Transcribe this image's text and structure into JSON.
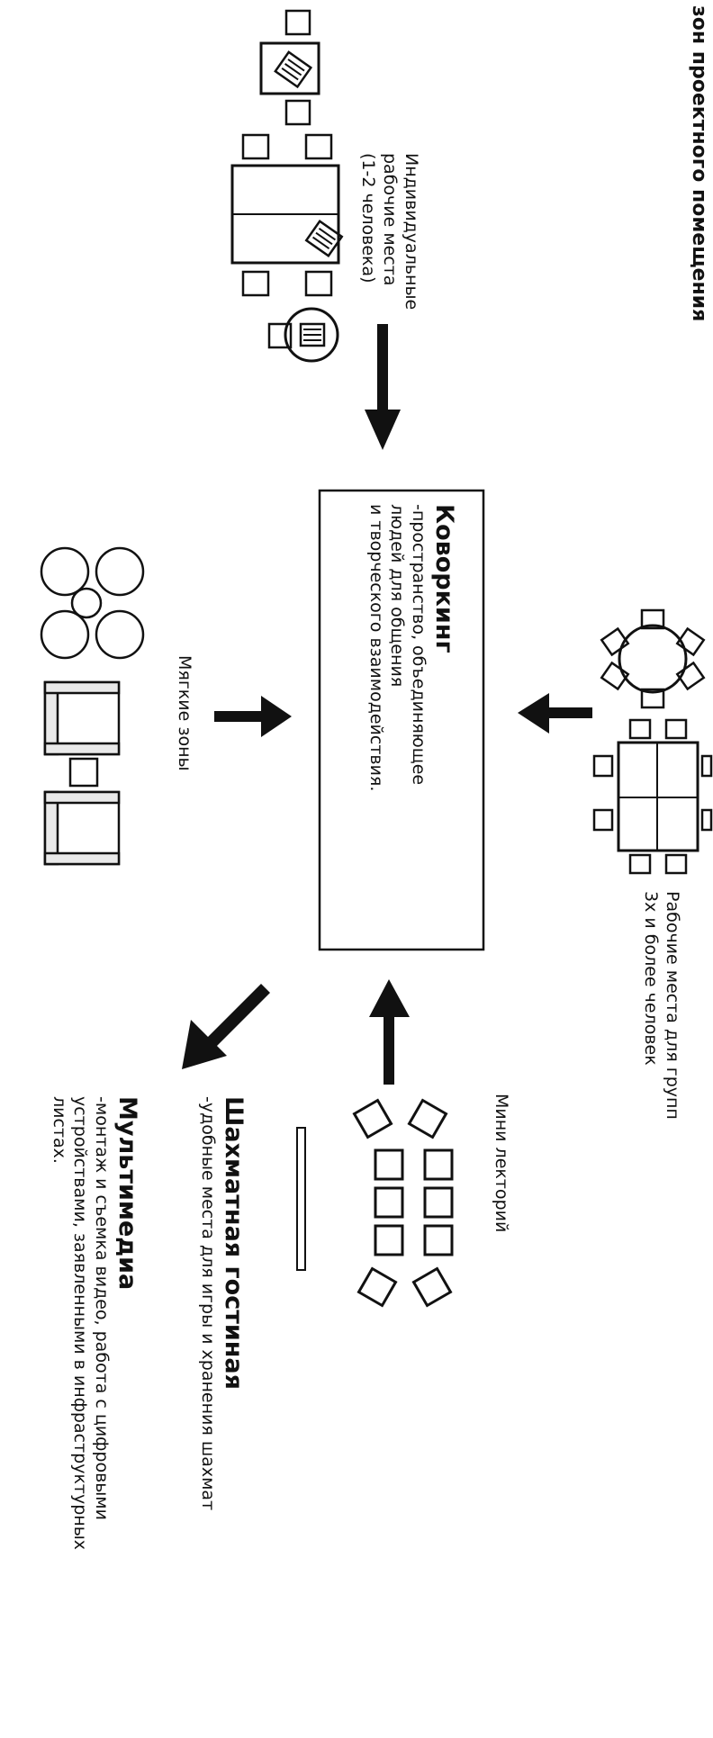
{
  "page": {
    "title": "зон проектного помещения"
  },
  "zones": {
    "individual": {
      "lines": [
        "Индивидуальные",
        "рабочие места",
        "(1-2 человека)"
      ]
    },
    "groups": {
      "lines": [
        "Рабочие места для групп",
        "3х и более человек"
      ]
    },
    "soft": {
      "label": "Мягкие зоны"
    },
    "lecture": {
      "label": "Мини лекторий"
    }
  },
  "coworking": {
    "heading": "Коворкинг",
    "description": [
      "-пространство, объединяющее",
      "людей для общения",
      "и творческого взаимодействия."
    ]
  },
  "chess": {
    "heading": "Шахматная гостиная",
    "description": "-удобные места для игры и хранения шахмат"
  },
  "multimedia": {
    "heading": "Мультимедиа",
    "description": [
      "-монтаж и съемка видео, работа с цифровыми",
      "устройствами, заявленными в инфраструктурных",
      "листах."
    ]
  },
  "colors": {
    "ink": "#111111",
    "background": "#ffffff",
    "sofa_bar": "#e9e9e9"
  }
}
